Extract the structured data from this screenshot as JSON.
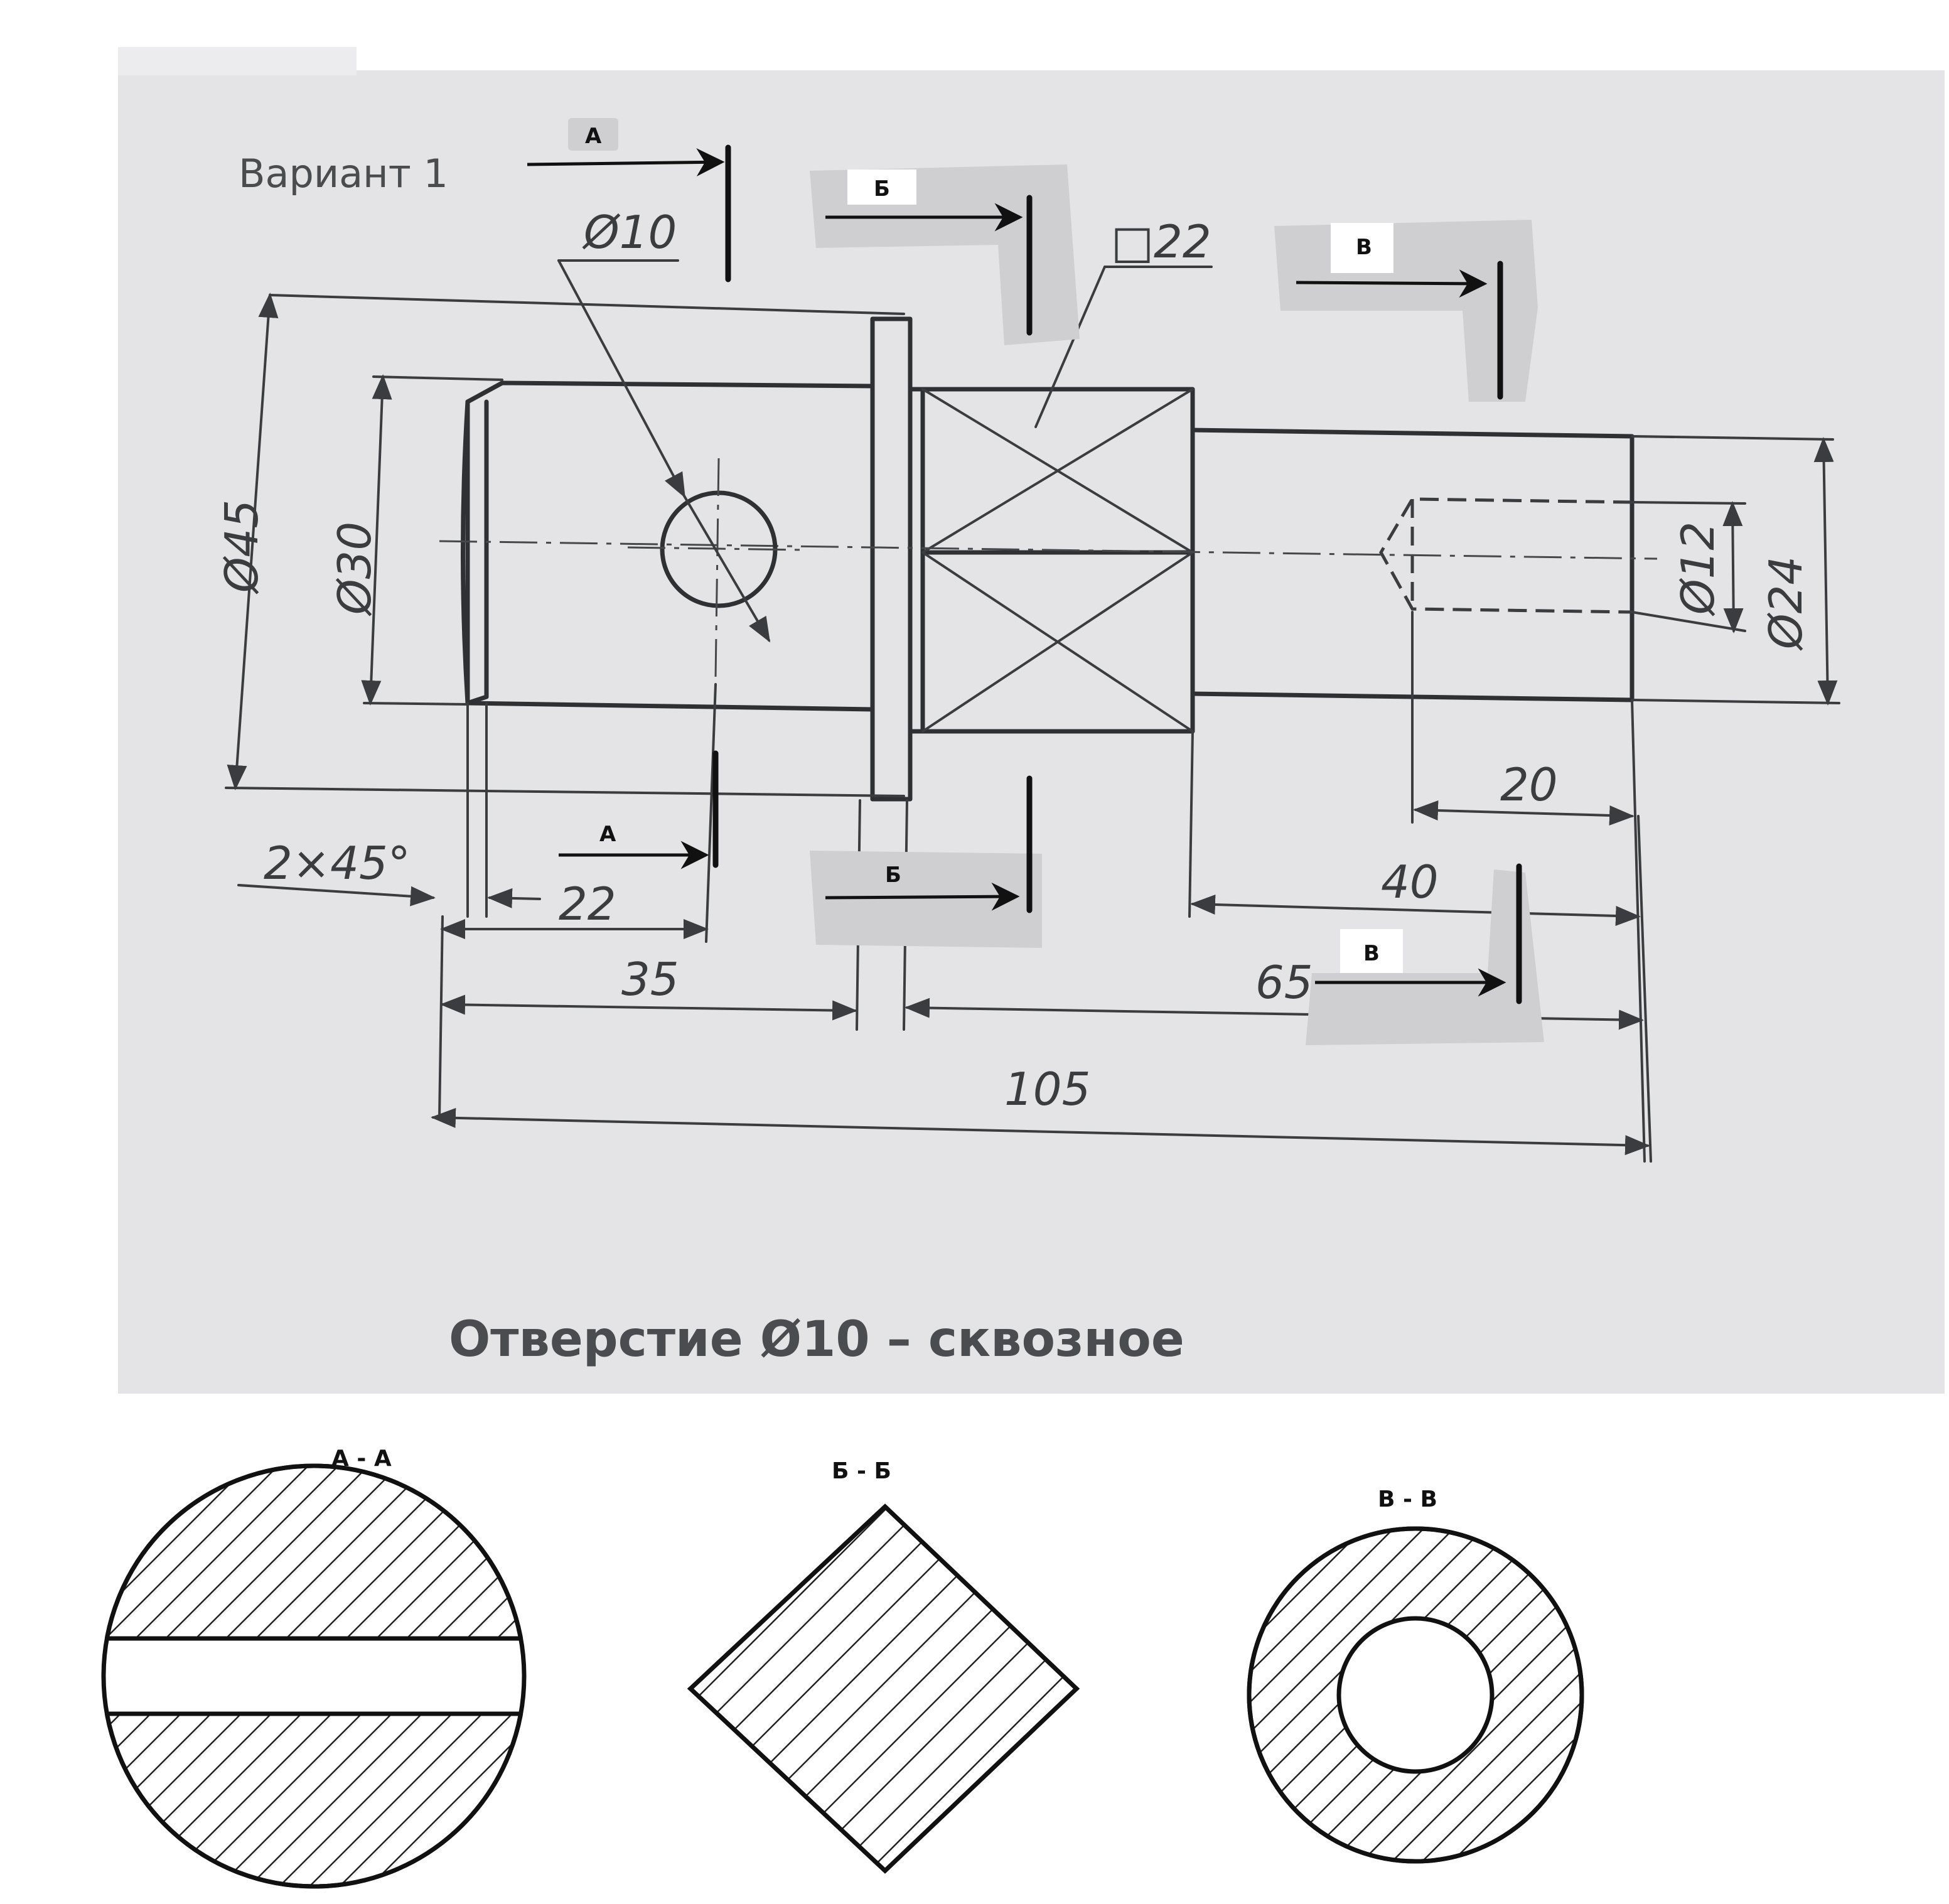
{
  "drawing": {
    "variant_title": "Вариант 1",
    "note": "Отверстие  Ø10 – сквозное",
    "dimensions": {
      "d10": "Ø10",
      "sq22": "□22",
      "d45": "Ø45",
      "d30": "Ø30",
      "d12": "Ø12",
      "d24": "Ø24",
      "chamfer": "2×45°",
      "l22": "22",
      "l35": "35",
      "l20": "20",
      "l40": "40",
      "l65": "65",
      "l105": "105"
    },
    "cut_labels": {
      "a_top": "А",
      "a_bottom": "А",
      "b_top": "Б",
      "b_bottom": "Б",
      "v_top": "В",
      "v_bottom": "В"
    }
  },
  "sections": {
    "aa": {
      "title": "А - А"
    },
    "bb": {
      "title": "Б - Б"
    },
    "vv": {
      "title": "В - В"
    }
  }
}
